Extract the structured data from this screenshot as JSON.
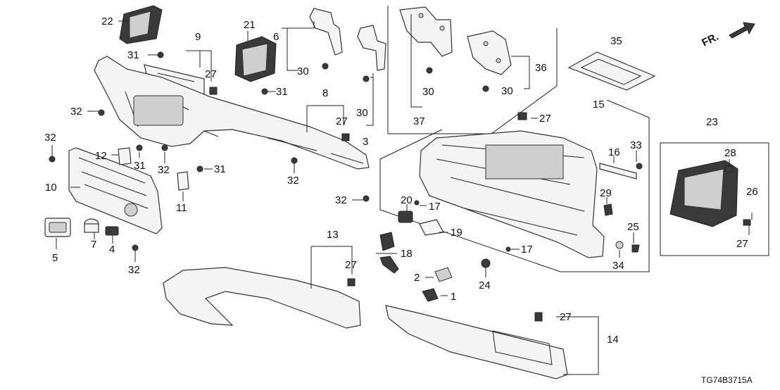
{
  "diagram": {
    "code": "TG74B3715A",
    "orientation": "FR.",
    "callouts": [
      {
        "id": "c1",
        "label": "1"
      },
      {
        "id": "c2",
        "label": "2"
      },
      {
        "id": "c3",
        "label": "3"
      },
      {
        "id": "c4",
        "label": "4"
      },
      {
        "id": "c5",
        "label": "5"
      },
      {
        "id": "c6",
        "label": "6"
      },
      {
        "id": "c7",
        "label": "7"
      },
      {
        "id": "c8",
        "label": "8"
      },
      {
        "id": "c9",
        "label": "9"
      },
      {
        "id": "c10",
        "label": "10"
      },
      {
        "id": "c11",
        "label": "11"
      },
      {
        "id": "c12",
        "label": "12"
      },
      {
        "id": "c13",
        "label": "13"
      },
      {
        "id": "c14",
        "label": "14"
      },
      {
        "id": "c15",
        "label": "15"
      },
      {
        "id": "c16",
        "label": "16"
      },
      {
        "id": "c17a",
        "label": "17"
      },
      {
        "id": "c17b",
        "label": "17"
      },
      {
        "id": "c18",
        "label": "18"
      },
      {
        "id": "c19",
        "label": "19"
      },
      {
        "id": "c20",
        "label": "20"
      },
      {
        "id": "c21",
        "label": "21"
      },
      {
        "id": "c22",
        "label": "22"
      },
      {
        "id": "c23",
        "label": "23"
      },
      {
        "id": "c24",
        "label": "24"
      },
      {
        "id": "c25",
        "label": "25"
      },
      {
        "id": "c26",
        "label": "26"
      },
      {
        "id": "c27a",
        "label": "27"
      },
      {
        "id": "c27b",
        "label": "27"
      },
      {
        "id": "c27c",
        "label": "27"
      },
      {
        "id": "c27d",
        "label": "27"
      },
      {
        "id": "c27e",
        "label": "27"
      },
      {
        "id": "c27f",
        "label": "27"
      },
      {
        "id": "c28",
        "label": "28"
      },
      {
        "id": "c29",
        "label": "29"
      },
      {
        "id": "c30a",
        "label": "30"
      },
      {
        "id": "c30b",
        "label": "30"
      },
      {
        "id": "c30c",
        "label": "30"
      },
      {
        "id": "c30d",
        "label": "30"
      },
      {
        "id": "c31a",
        "label": "31"
      },
      {
        "id": "c31b",
        "label": "31"
      },
      {
        "id": "c31c",
        "label": "31"
      },
      {
        "id": "c31d",
        "label": "31"
      },
      {
        "id": "c32a",
        "label": "32"
      },
      {
        "id": "c32b",
        "label": "32"
      },
      {
        "id": "c32c",
        "label": "32"
      },
      {
        "id": "c32d",
        "label": "32"
      },
      {
        "id": "c32e",
        "label": "32"
      },
      {
        "id": "c32f",
        "label": "32"
      },
      {
        "id": "c33",
        "label": "33"
      },
      {
        "id": "c34",
        "label": "34"
      },
      {
        "id": "c35",
        "label": "35"
      },
      {
        "id": "c36",
        "label": "36"
      },
      {
        "id": "c37",
        "label": "37"
      }
    ]
  }
}
